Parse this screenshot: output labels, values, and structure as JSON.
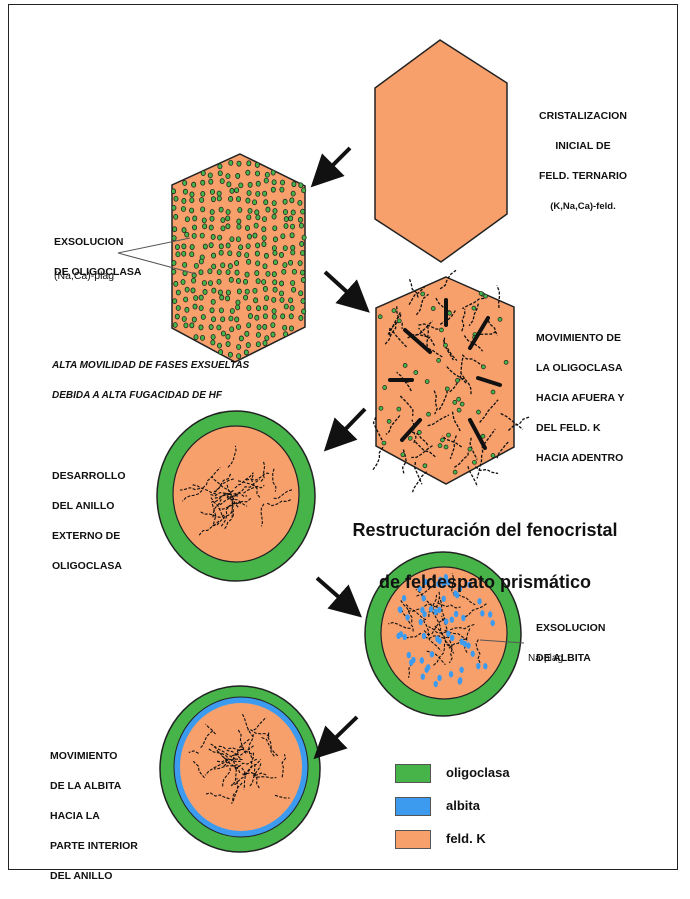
{
  "colors": {
    "feld_k": "#F7A06C",
    "oligoclasa": "#46B449",
    "albita": "#3D9BEF",
    "outline": "#222222"
  },
  "stages": {
    "s1": [
      "CRISTALIZACION",
      "INICIAL  DE",
      "FELD. TERNARIO",
      "(K,Na,Ca)-feld."
    ],
    "s2": [
      "EXSOLUCION",
      "DE  OLIGOCLASA"
    ],
    "s2_sub": "(Na,Ca)-plag",
    "note": [
      "ALTA MOVILIDAD DE FASES EXSUELTAS",
      "DEBIDA A ALTA FUGACIDAD DE  HF"
    ],
    "s3": [
      "MOVIMIENTO DE",
      "LA OLIGOCLASA",
      "HACIA AFUERA Y",
      "DEL FELD. K",
      "HACIA ADENTRO"
    ],
    "s4": [
      "DESARROLLO",
      "DEL ANILLO",
      "EXTERNO DE",
      "OLIGOCLASA"
    ],
    "s5": [
      "EXSOLUCION",
      "DE  ALBITA"
    ],
    "s5_sub": "Na-plag",
    "s6": [
      "MOVIMIENTO",
      "DE LA ALBITA",
      "HACIA LA",
      "PARTE INTERIOR",
      "DEL ANILLO"
    ]
  },
  "title": [
    "Restructuración del fenocristal",
    "de feldespato prismático"
  ],
  "legend": [
    {
      "label": "oligoclasa",
      "color": "#46B449"
    },
    {
      "label": "albita",
      "color": "#3D9BEF"
    },
    {
      "label": "feld. K",
      "color": "#F7A06C"
    }
  ]
}
